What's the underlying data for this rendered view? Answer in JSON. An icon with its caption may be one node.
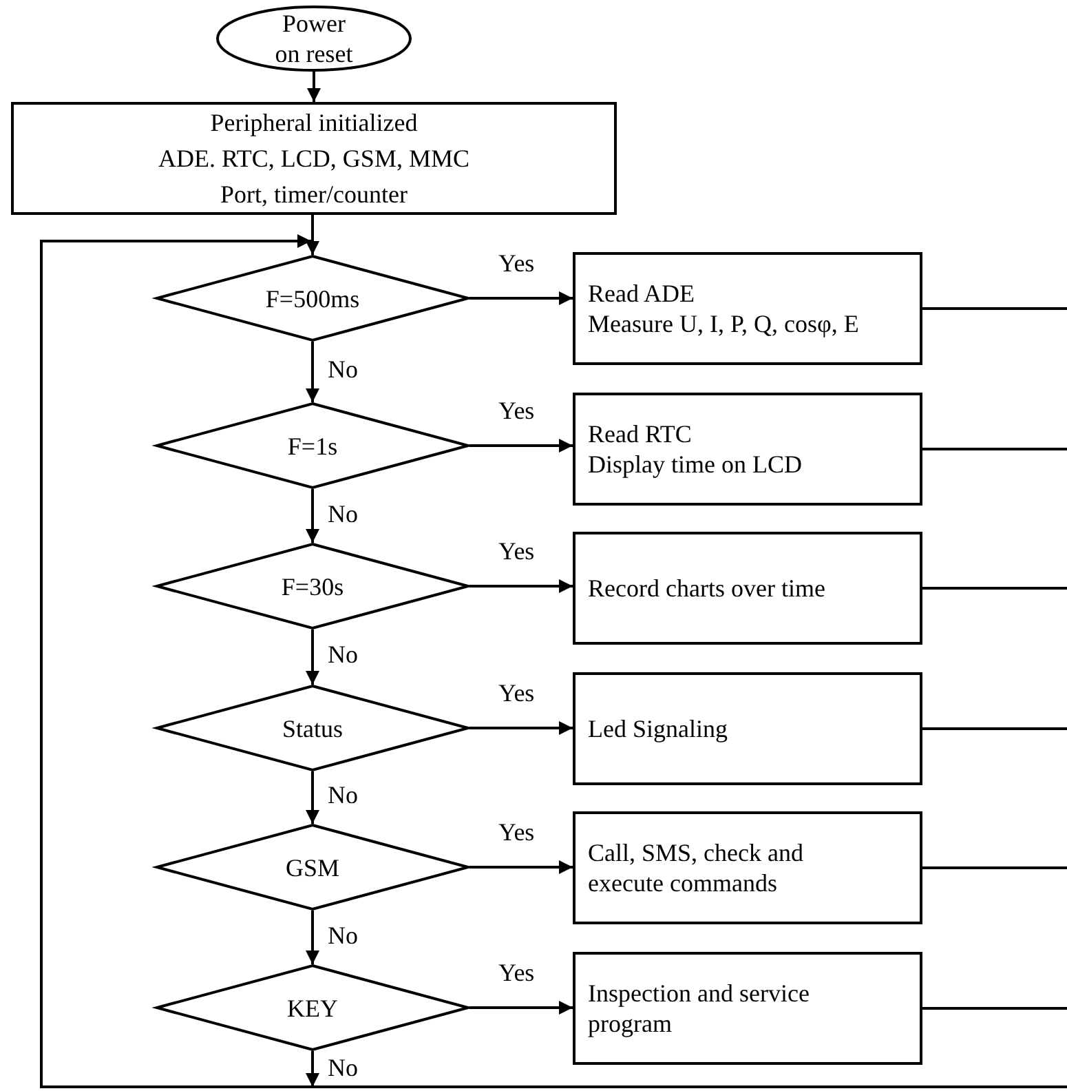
{
  "diagram": {
    "nodes": [
      {
        "text": [
          "Power on reset"
        ]
      },
      {
        "text": [
          "Peripheral initialized",
          "ADE. RTC, LCD, GSM, MMC",
          "Port, timer/counter"
        ]
      },
      {
        "text": [
          "F=500ms"
        ]
      },
      {
        "text": [
          "Read ADE",
          "Measure U, I, P, Q, cosφ, E"
        ]
      },
      {
        "text": [
          "F=1s"
        ]
      },
      {
        "text": [
          "Read RTC",
          "Display time on LCD"
        ]
      },
      {
        "text": [
          "F=30s"
        ]
      },
      {
        "text": [
          "Record charts over time"
        ]
      },
      {
        "text": [
          "Status"
        ]
      },
      {
        "text": [
          "Led Signaling"
        ]
      },
      {
        "text": [
          "GSM"
        ]
      },
      {
        "text": [
          "Call, SMS, check and execute commands"
        ]
      },
      {
        "text": [
          "KEY"
        ]
      },
      {
        "text": [
          "Inspection and service program"
        ]
      }
    ],
    "edges": [
      {
        "from": 0,
        "to": 1,
        "arrow": "to"
      },
      {
        "from": 1,
        "to": 2,
        "arrow": "to"
      },
      {
        "from": 2,
        "to": 3,
        "arrow": "to",
        "label": "Yes"
      },
      {
        "from": 2,
        "to": 4,
        "arrow": "to",
        "label": "No"
      },
      {
        "from": 4,
        "to": 5,
        "arrow": "to",
        "label": "Yes"
      },
      {
        "from": 4,
        "to": 6,
        "arrow": "to",
        "label": "No"
      },
      {
        "from": 6,
        "to": 7,
        "arrow": "to",
        "label": "Yes"
      },
      {
        "from": 6,
        "to": 8,
        "arrow": "to",
        "label": "No"
      },
      {
        "from": 8,
        "to": 9,
        "arrow": "to",
        "label": "Yes"
      },
      {
        "from": 8,
        "to": 10,
        "arrow": "to",
        "label": "No"
      },
      {
        "from": 10,
        "to": 11,
        "arrow": "to",
        "label": "Yes"
      },
      {
        "from": 10,
        "to": 12,
        "arrow": "to",
        "label": "No"
      },
      {
        "from": 12,
        "to": 13,
        "arrow": "to",
        "label": "Yes"
      },
      {
        "from": 12,
        "to": null,
        "arrow": "to",
        "label": "No"
      },
      {
        "from": 3,
        "to": null,
        "arrow": "none"
      },
      {
        "from": 5,
        "to": null,
        "arrow": "none"
      },
      {
        "from": 7,
        "to": null,
        "arrow": "none"
      },
      {
        "from": 9,
        "to": null,
        "arrow": "none"
      },
      {
        "from": 11,
        "to": null,
        "arrow": "none"
      },
      {
        "from": 13,
        "to": null,
        "arrow": "none"
      },
      {
        "from": null,
        "to": 2,
        "arrow": "to"
      }
    ]
  }
}
